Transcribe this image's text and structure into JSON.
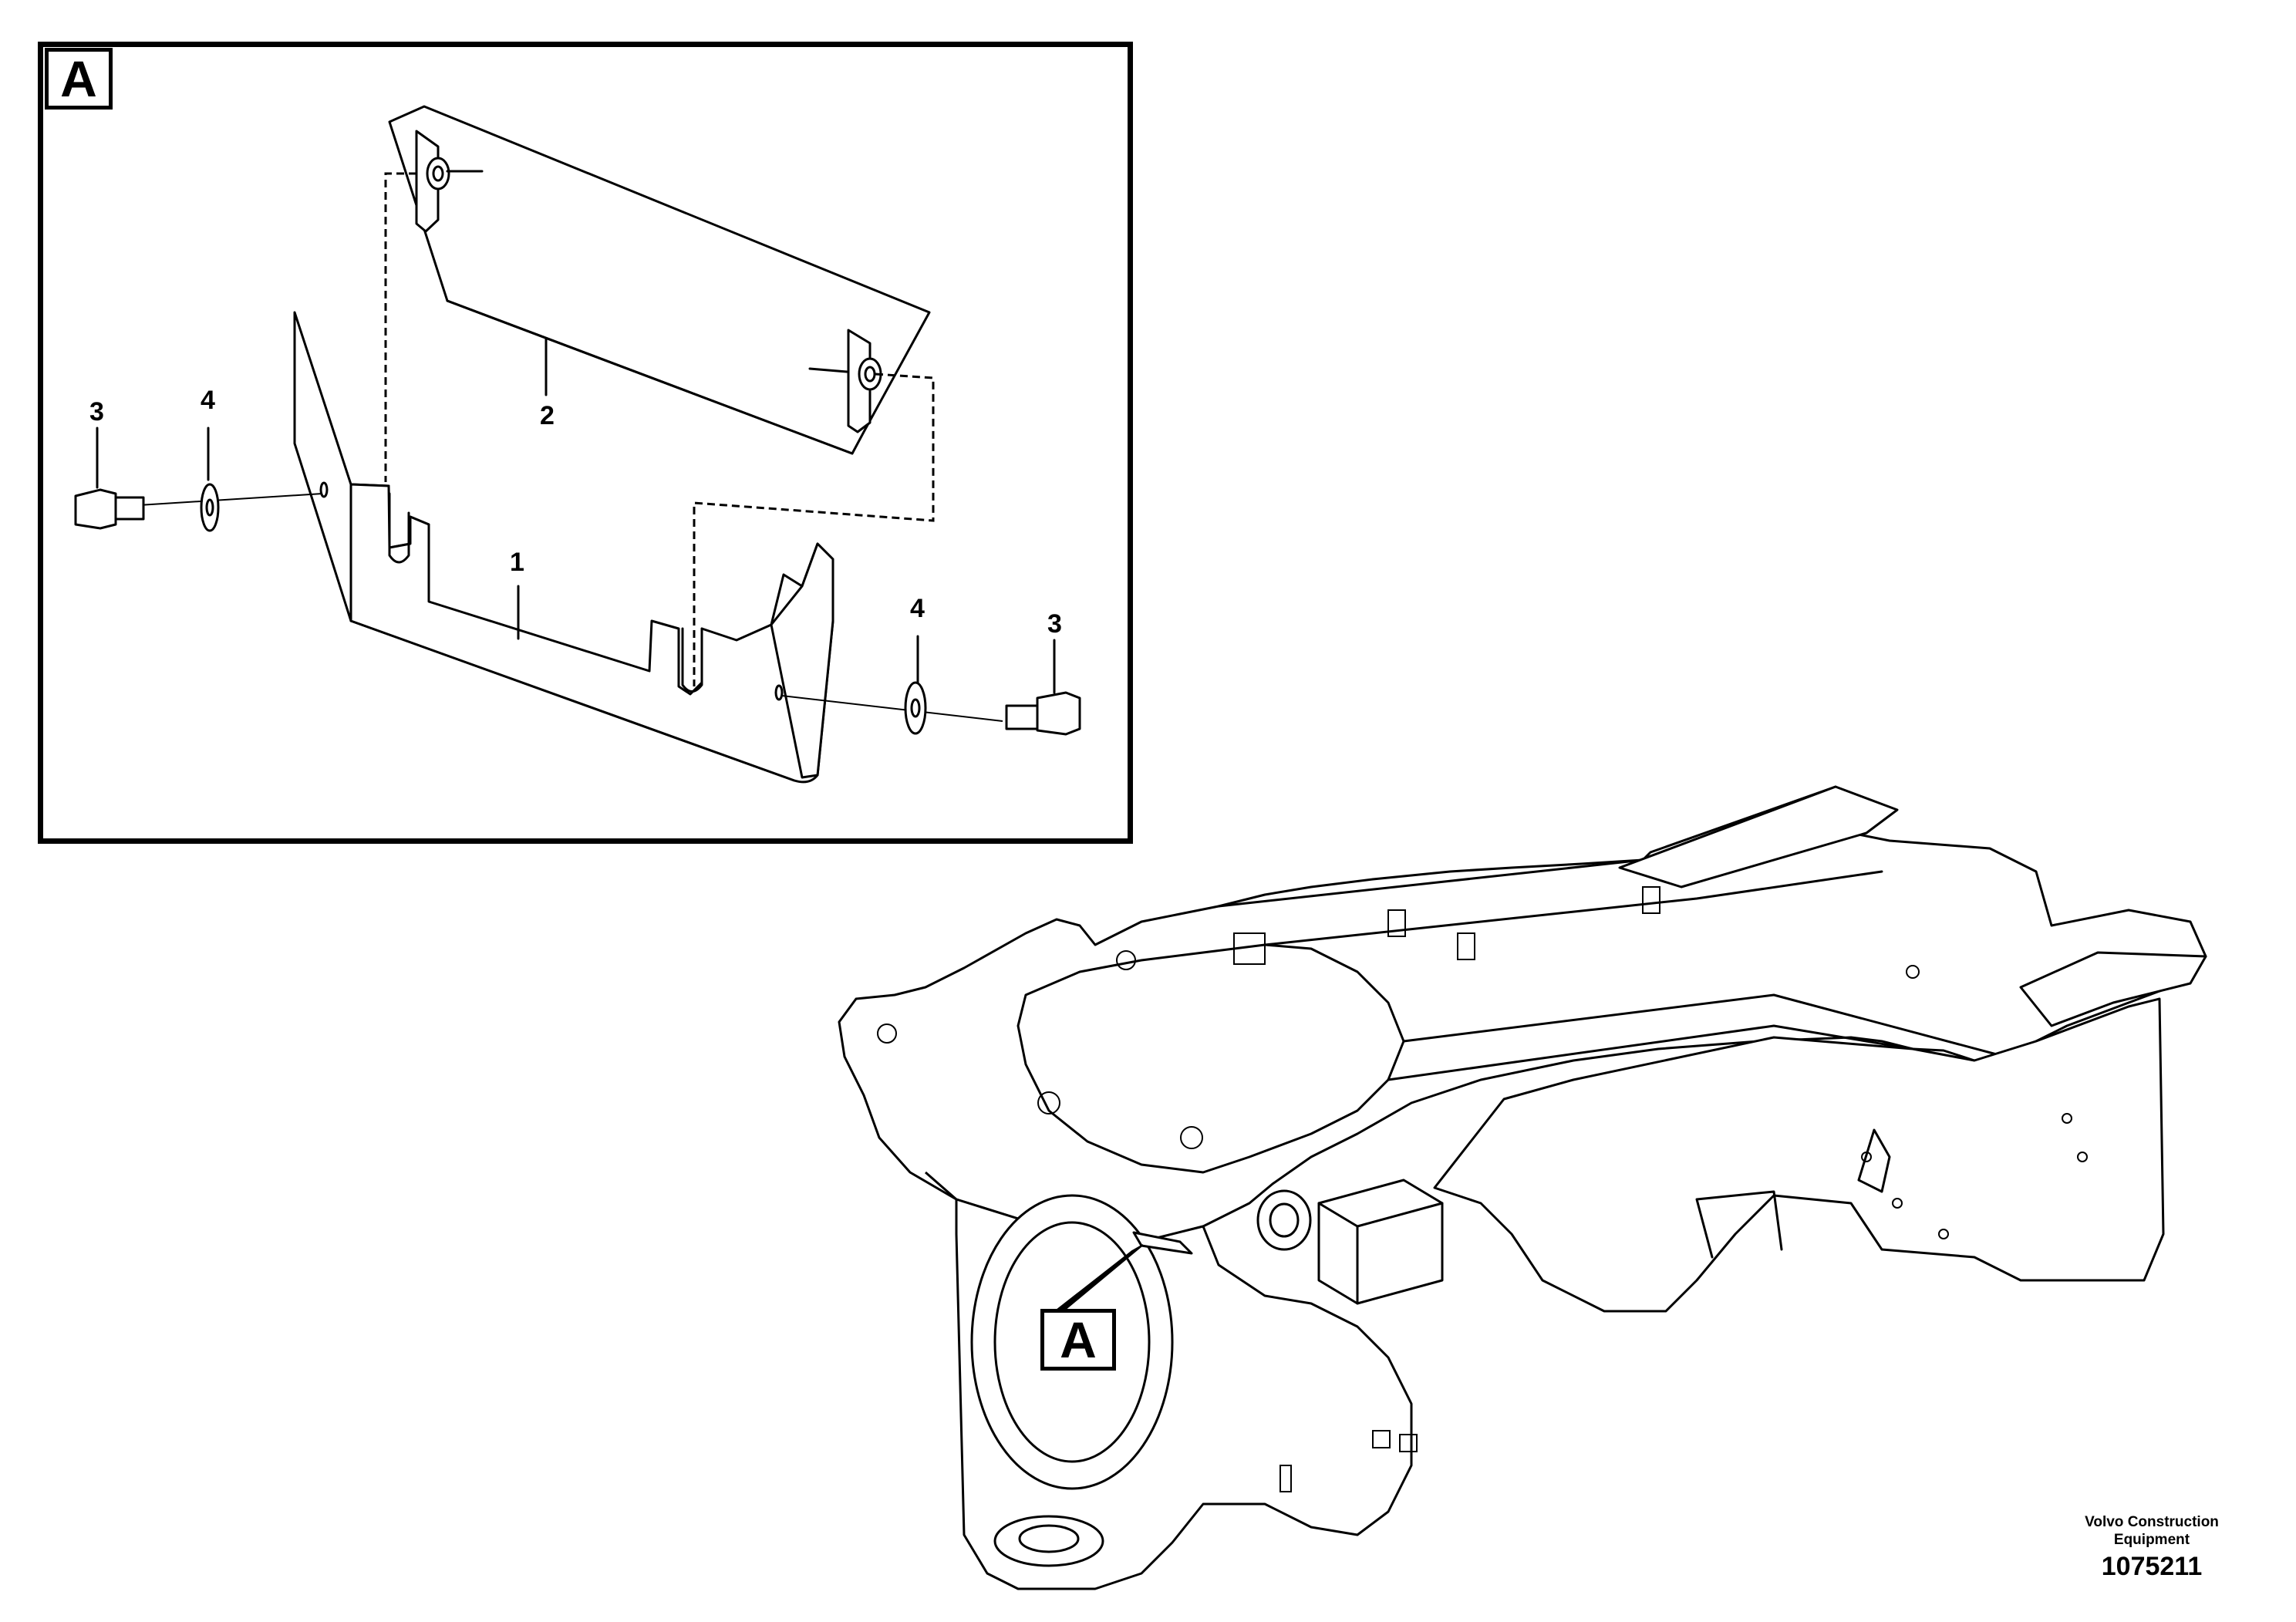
{
  "detail_label": "A",
  "reference_label": "A",
  "callouts": {
    "part_1": "1",
    "part_2": "2",
    "part_3_left": "3",
    "part_4_left": "4",
    "part_4_right": "4",
    "part_3_right": "3"
  },
  "credit": {
    "company": "Volvo Construction Equipment",
    "drawing_number": "1075211"
  },
  "colors": {
    "line": "#000000",
    "background": "#ffffff"
  }
}
